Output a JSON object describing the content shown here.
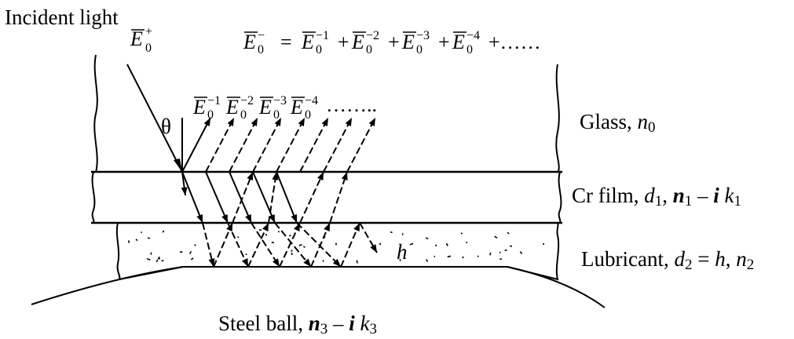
{
  "labels": {
    "incident": "Incident light",
    "glass_name": "Glass,",
    "glass_n": "n",
    "glass_sub": "0",
    "cr_name": "Cr film,",
    "cr_d": "d",
    "cr_d_sub": "1",
    "cr_sep": ",",
    "cr_n": "n",
    "cr_n_sub": "1",
    "cr_minus": " – ",
    "cr_i": "i",
    "cr_k": " k",
    "cr_k_sub": "1",
    "lub_name": "Lubricant,",
    "lub_d": "d",
    "lub_d_sub": "2",
    "lub_eq": " = ",
    "lub_h": "h",
    "lub_sep": ",",
    "lub_n": "n",
    "lub_n_sub": "2",
    "steel_name": "Steel ball,",
    "steel_n": "n",
    "steel_n_sub": "3",
    "steel_minus": " – ",
    "steel_i": "i",
    "steel_k": " k",
    "steel_k_sub": "3",
    "theta": "θ",
    "h_mark": "h"
  },
  "equation": {
    "lhs_base": "E",
    "lhs_sub": "0",
    "lhs_sup": "−",
    "eq": "=",
    "plus": "+",
    "terms": [
      {
        "base": "E",
        "sub": "0",
        "sup": "−1"
      },
      {
        "base": "E",
        "sub": "0",
        "sup": "−2"
      },
      {
        "base": "E",
        "sub": "0",
        "sup": "−3"
      },
      {
        "base": "E",
        "sub": "0",
        "sup": "−4"
      }
    ],
    "tail": "+……"
  },
  "incident_field": {
    "base": "E",
    "sub": "0",
    "sup": "+"
  },
  "reflected_fields": [
    {
      "base": "E",
      "sub": "0",
      "sup": "−1"
    },
    {
      "base": "E",
      "sub": "0",
      "sup": "−2"
    },
    {
      "base": "E",
      "sub": "0",
      "sup": "−3"
    },
    {
      "base": "E",
      "sub": "0",
      "sup": "−4"
    }
  ],
  "reflected_tail": "……..",
  "colors": {
    "line": "#000000",
    "background": "#ffffff"
  }
}
